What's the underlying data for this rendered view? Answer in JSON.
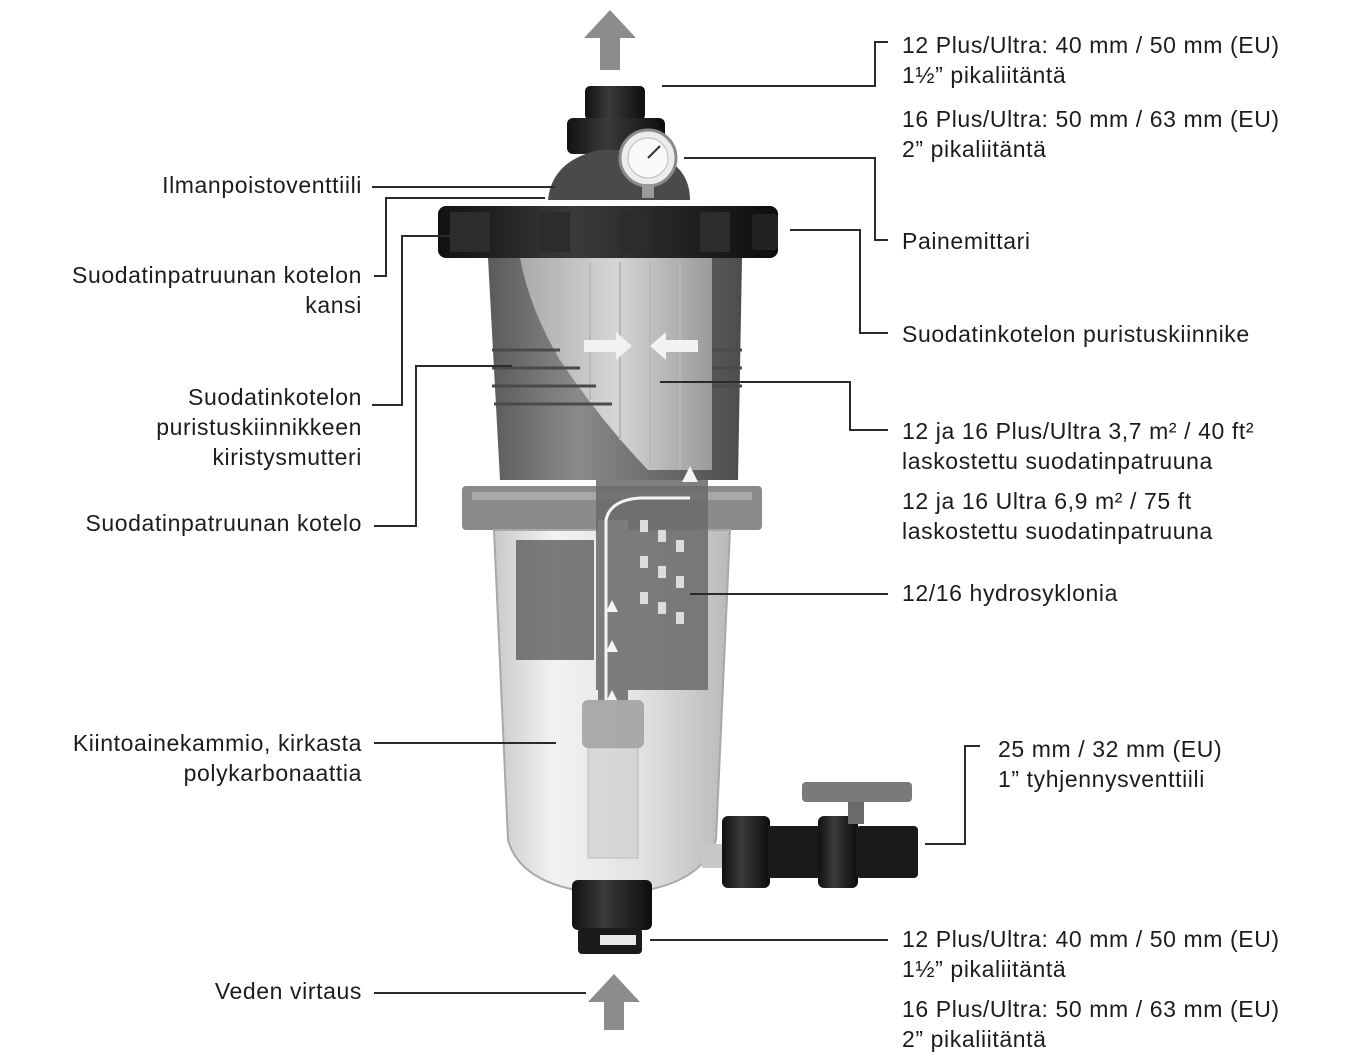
{
  "labels": {
    "top_connection": {
      "group_12": [
        "12 Plus/Ultra: 40 mm / 50 mm (EU)",
        "1½” pikaliitäntä"
      ],
      "group_16": [
        "16 Plus/Ultra: 50 mm / 63 mm (EU)",
        "2” pikaliitäntä"
      ]
    },
    "air_valve": "Ilmanpoistoventtiili",
    "cartridge_housing_lid": [
      "Suodatinpatruunan kotelon",
      "kansi"
    ],
    "pressure_gauge": "Painemittari",
    "housing_clamp": "Suodatinkotelon puristuskiinnike",
    "clamp_nut": [
      "Suodatinkotelon",
      "puristuskiinnikkeen",
      "kiristysmutteri"
    ],
    "cartridge_small": [
      "12 ja 16 Plus/Ultra 3,7 m² / 40 ft²",
      "laskostettu suodatinpatruuna"
    ],
    "cartridge_large": [
      "12 ja 16 Ultra 6,9 m² / 75 ft",
      "laskostettu suodatinpatruuna"
    ],
    "cartridge_housing": "Suodatinpatruunan kotelo",
    "hydrocyclones": "12/16 hydrosyklonia",
    "solids_chamber": [
      "Kiintoainekammio, kirkasta",
      "polykarbonaattia"
    ],
    "drain_valve": [
      "25 mm / 32 mm (EU)",
      "1” tyhjennysventtiili"
    ],
    "bottom_connection": {
      "group_12": [
        "12 Plus/Ultra: 40 mm / 50 mm (EU)",
        "1½” pikaliitäntä"
      ],
      "group_16": [
        "16 Plus/Ultra: 50 mm / 63 mm (EU)",
        "2” pikaliitäntä"
      ]
    },
    "water_flow": "Veden virtaus"
  },
  "colors": {
    "text": "#1c1c1c",
    "leader_line": "#2a2a2a",
    "arrow": "#8c8c8c",
    "black_plastic": "#1a1a1a",
    "grey_plastic": "#6e6e6e",
    "clear_bowl": "#d9d9d9"
  }
}
